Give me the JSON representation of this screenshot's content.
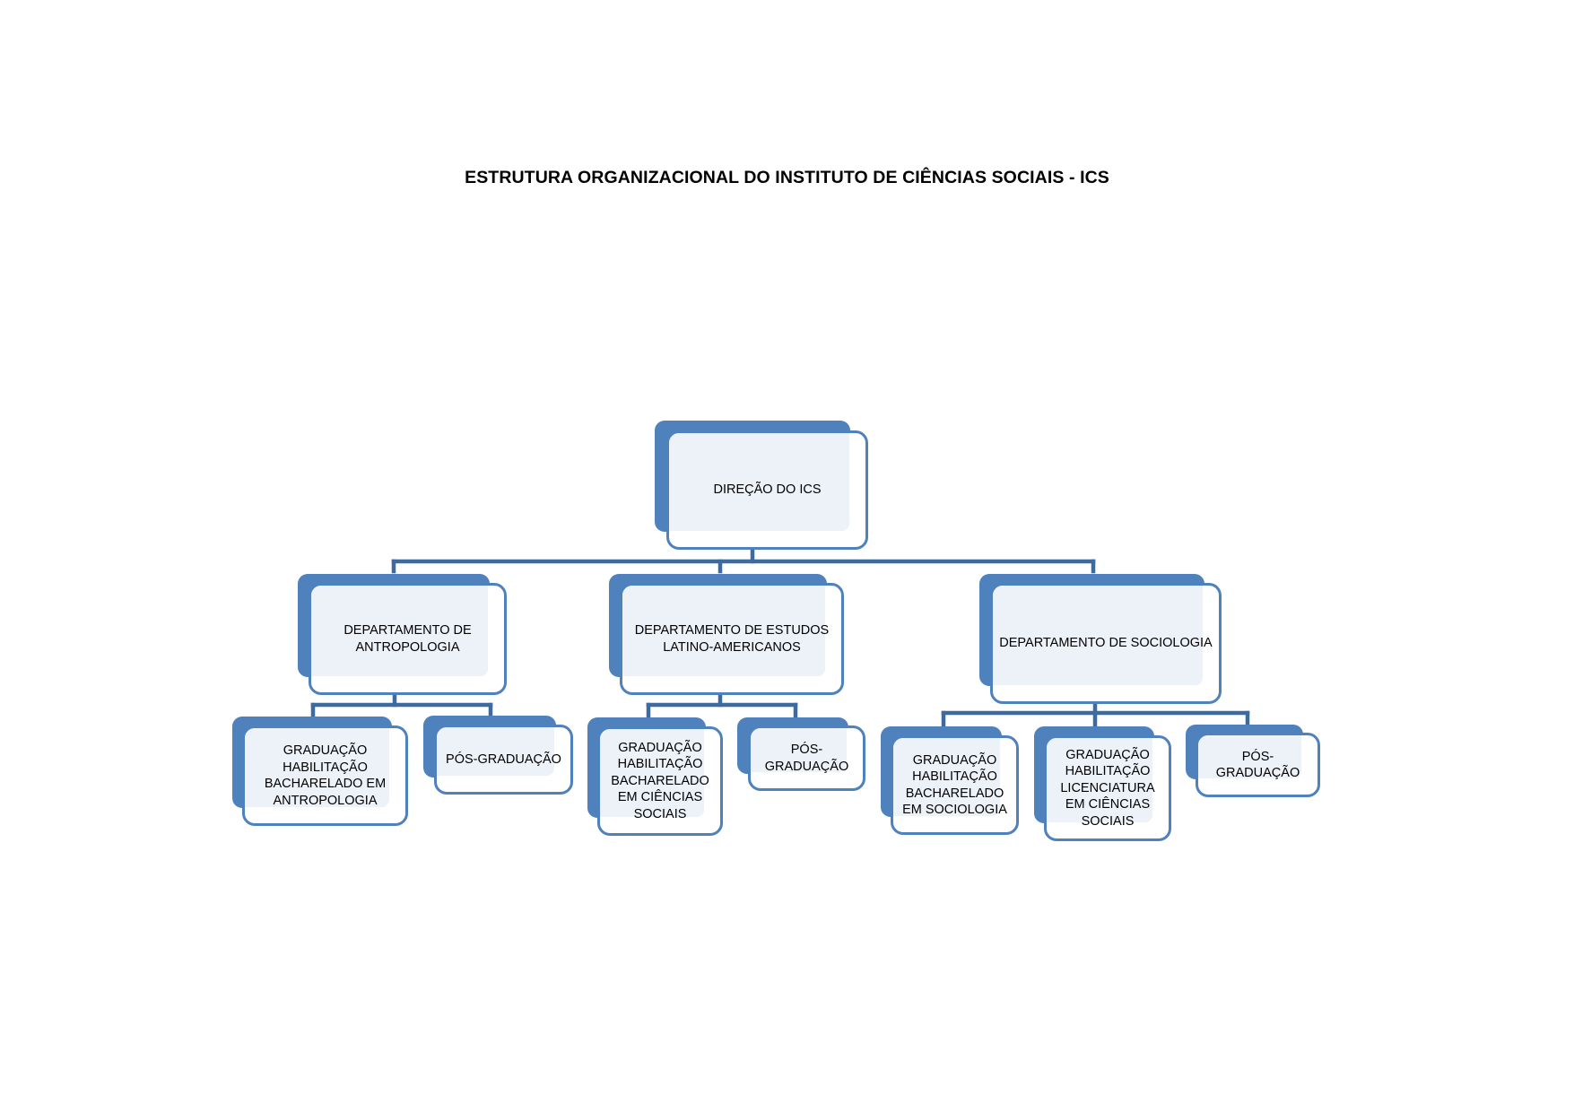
{
  "title": "ESTRUTURA ORGANIZACIONAL DO INSTITUTO DE CIÊNCIAS SOCIAIS - ICS",
  "colors": {
    "accent": "#4f81bd",
    "line": "#3d6a9f",
    "fill": "#edf1f8"
  },
  "nodes": {
    "direcao": "DIREÇÃO DO ICS",
    "dep_antropologia": "DEPARTAMENTO  DE\nANTROPOLOGIA",
    "dep_latino": "DEPARTAMENTO  DE ESTUDOS\nLATINO-AMERICANOS",
    "dep_sociologia": "DEPARTAMENTO  DE SOCIOLOGIA",
    "grad_antropologia": "GRADUAÇÃO\nHABILITAÇÃO\nBACHARELADO EM\nANTROPOLOGIA",
    "pos_antropologia": "PÓS-GRADUAÇÃO",
    "grad_latino": "GRADUAÇÃO\nHABILITAÇÃO\nBACHARELADO\nEM CIÊNCIAS\nSOCIAIS",
    "pos_latino": "PÓS-\nGRADUAÇÃO",
    "grad_sociologia_bach": "GRADUAÇÃO\nHABILITAÇÃO\nBACHARELADO\nEM SOCIOLOGIA",
    "grad_sociologia_lic": "GRADUAÇÃO\nHABILITAÇÃO\nLICENCIATURA\nEM CIÊNCIAS\nSOCIAIS",
    "pos_sociologia": "PÓS-GRADUAÇÃO"
  }
}
